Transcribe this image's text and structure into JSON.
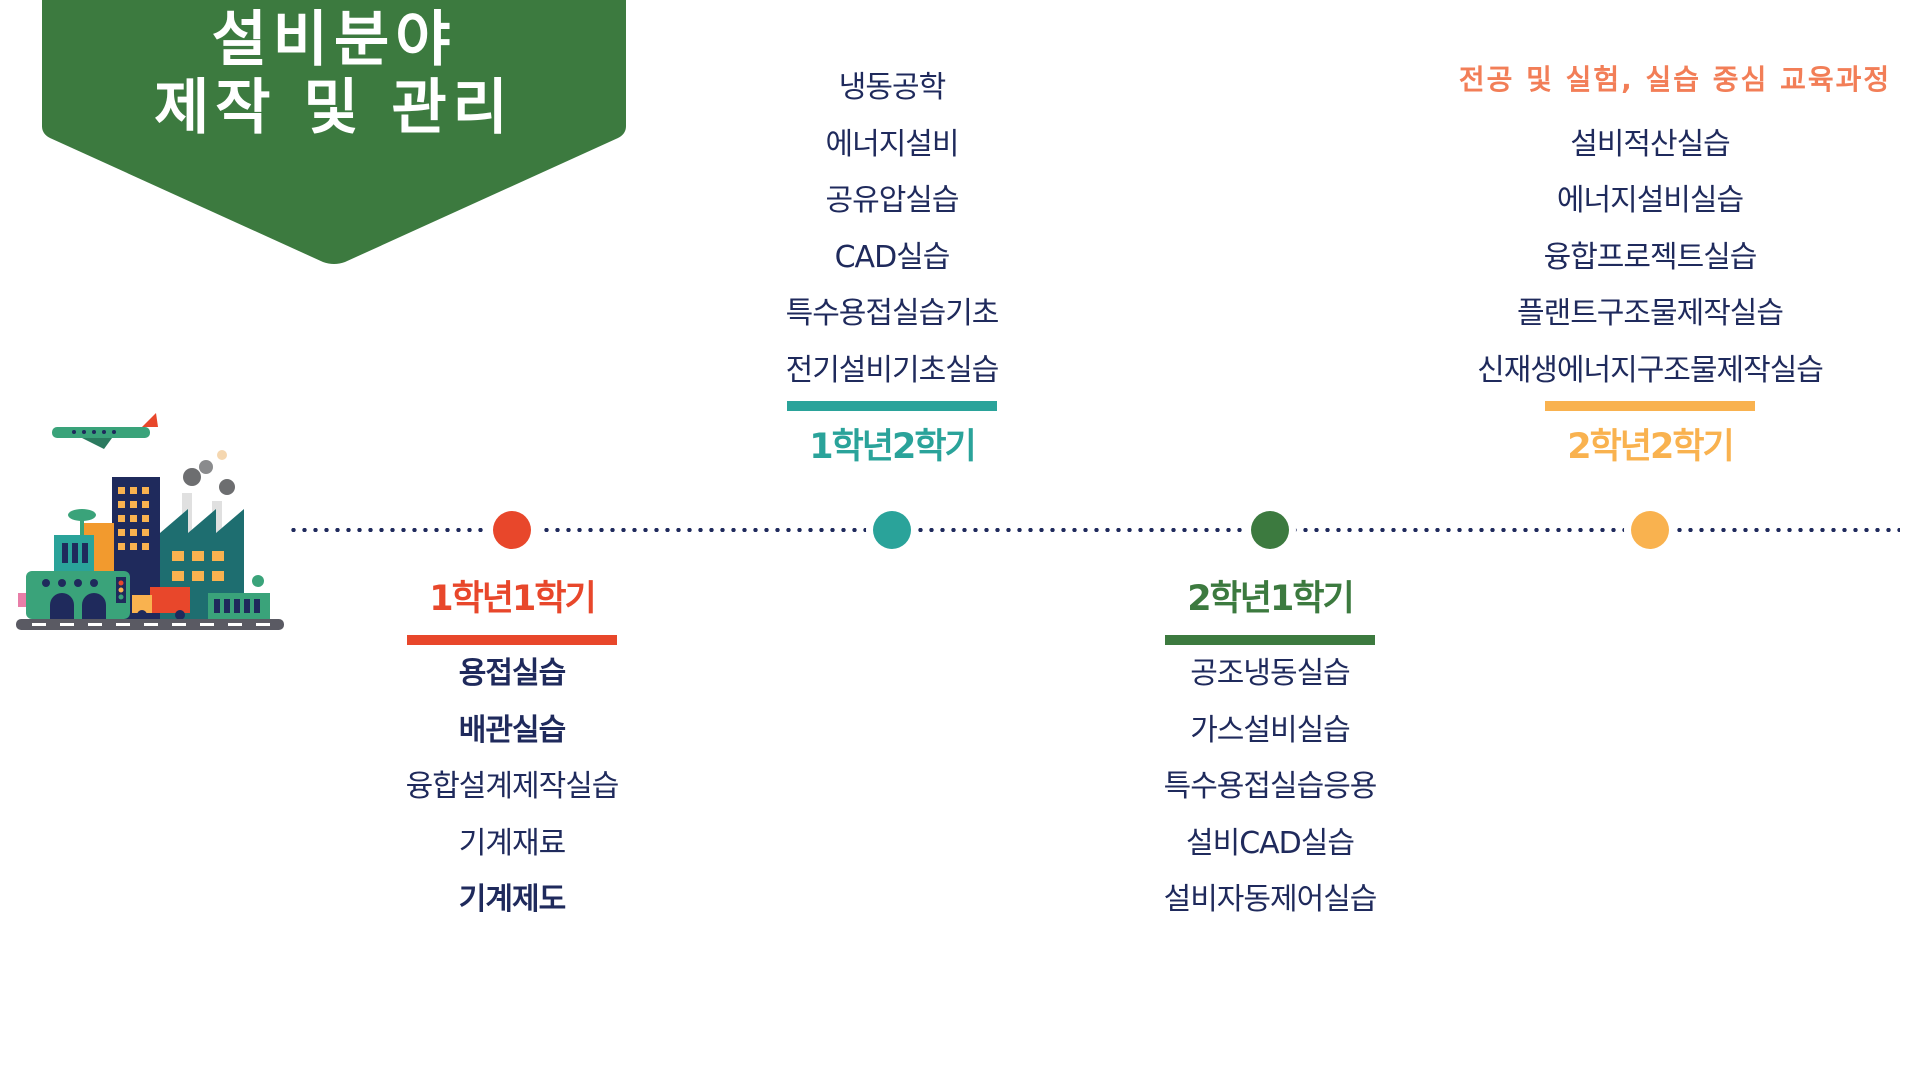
{
  "banner": {
    "line1": "설비분야",
    "line2": "제작 및 관리",
    "color": "#3c7a3f"
  },
  "illustration": {
    "icon": "factory-city-icon"
  },
  "note": "전공 및 실험, 실습 중심 교육과정",
  "semesters": [
    {
      "label": "1학년1학기",
      "color": "#e8472b",
      "courses": [
        "용접실습",
        "배관실습",
        "융합설계제작실습",
        "기계재료",
        "기계제도"
      ]
    },
    {
      "label": "1학년2학기",
      "color": "#2aa39a",
      "courses": [
        "냉동공학",
        "에너지설비",
        "공유압실습",
        "CAD실습",
        "특수용접실습기초",
        "전기설비기초실습"
      ]
    },
    {
      "label": "2학년1학기",
      "color": "#3c7a3f",
      "courses": [
        "공조냉동실습",
        "가스설비실습",
        "특수용접실습응용",
        "설비CAD실습",
        "설비자동제어실습"
      ]
    },
    {
      "label": "2학년2학기",
      "color": "#f9b24f",
      "courses": [
        "설비적산실습",
        "에너지설비실습",
        "융합프로젝트실습",
        "플랜트구조물제작실습",
        "신재생에너지구조물제작실습"
      ]
    }
  ],
  "timeline_color": "#1f2a5c"
}
